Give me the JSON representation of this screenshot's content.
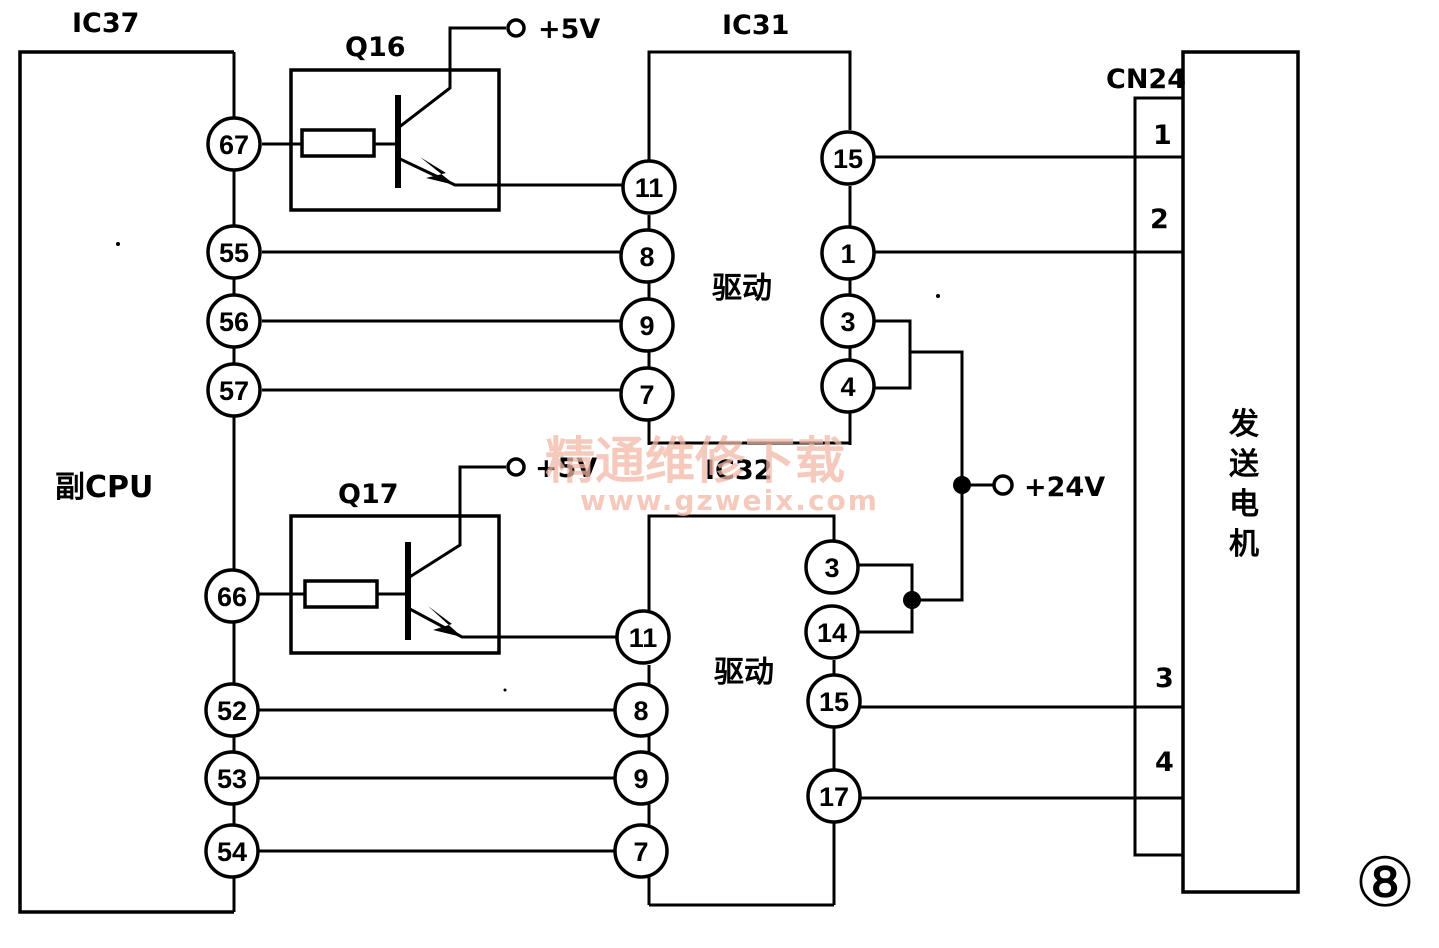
{
  "ic37": {
    "ref": "IC37",
    "name": "副CPU",
    "pins_top": [
      "67",
      "55",
      "56",
      "57"
    ],
    "pins_bottom": [
      "66",
      "52",
      "53",
      "54"
    ]
  },
  "q16": {
    "ref": "Q16",
    "supply": "+5V"
  },
  "q17": {
    "ref": "Q17",
    "supply": "+5V"
  },
  "ic31": {
    "ref": "IC31",
    "function": "驱动",
    "pins_left": [
      "11",
      "8",
      "9",
      "7"
    ],
    "pins_right": [
      "15",
      "1",
      "3",
      "4"
    ]
  },
  "ic32": {
    "ref": "IC32",
    "function": "驱动",
    "pins_left": [
      "11",
      "8",
      "9",
      "7"
    ],
    "pins_right": [
      "3",
      "14",
      "15",
      "17"
    ]
  },
  "supply_24v": "+24V",
  "cn24": {
    "ref": "CN24",
    "pins": [
      "1",
      "2",
      "3",
      "4"
    ]
  },
  "motor": {
    "name_lines": [
      "发",
      "送",
      "电",
      "机"
    ]
  },
  "figure_number": "⑧",
  "watermark": {
    "title": "精通维修下载",
    "url": "www.gzweix.com"
  }
}
